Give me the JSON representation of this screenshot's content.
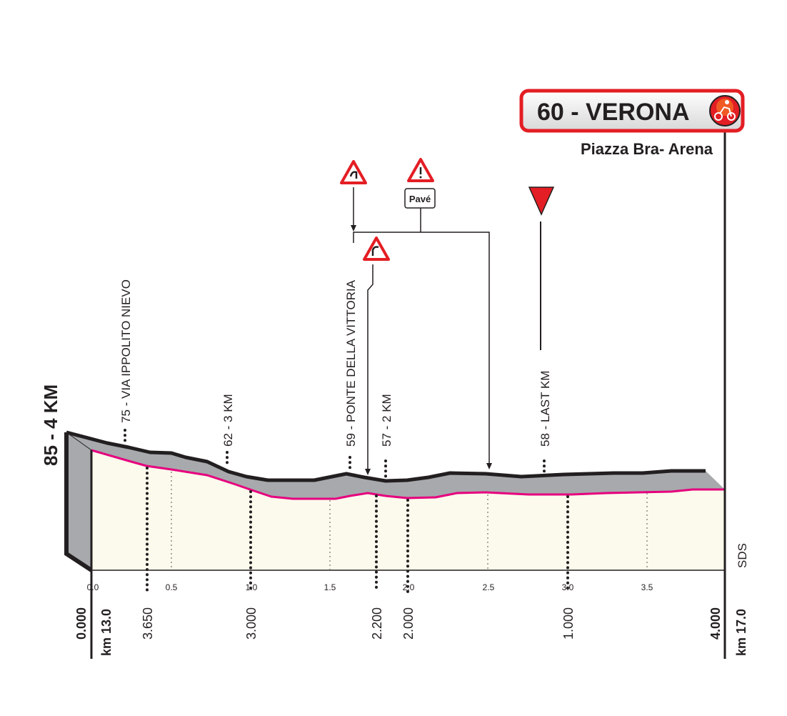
{
  "header": {
    "finish_label": "60 - VERONA",
    "finish_subtitle": "Piazza Bra- Arena",
    "finish_icon": "cyclist-finish-icon"
  },
  "colors": {
    "accent": "#e31e24",
    "profile_line": "#e6007e",
    "profile_fill": "#fbfaec",
    "profile_side": "#a7a9ac"
  },
  "altitude_label": "85 - 4 KM",
  "waypoints": [
    {
      "label": "75 - VIA IPPOLITO NIEVO"
    },
    {
      "label": "62 - 3 KM"
    },
    {
      "label": "59 - PONTE DELLA VITTORIA"
    },
    {
      "label": "57 - 2 KM"
    },
    {
      "label": "58 - LAST KM"
    }
  ],
  "signs": {
    "pave_label": "Pavé"
  },
  "x_ticks": [
    "0.0",
    "0.5",
    "1.0",
    "1.5",
    "2.0",
    "2.5",
    "3.0",
    "3.5"
  ],
  "distances": {
    "start": "0.000",
    "start_km": "km 13.0",
    "d1": "3.650",
    "d2": "3.000",
    "d3": "2.200",
    "d4": "2.000",
    "d5": "1.000",
    "end": "4.000",
    "end_km": "km 17.0"
  },
  "credit": "SDS"
}
